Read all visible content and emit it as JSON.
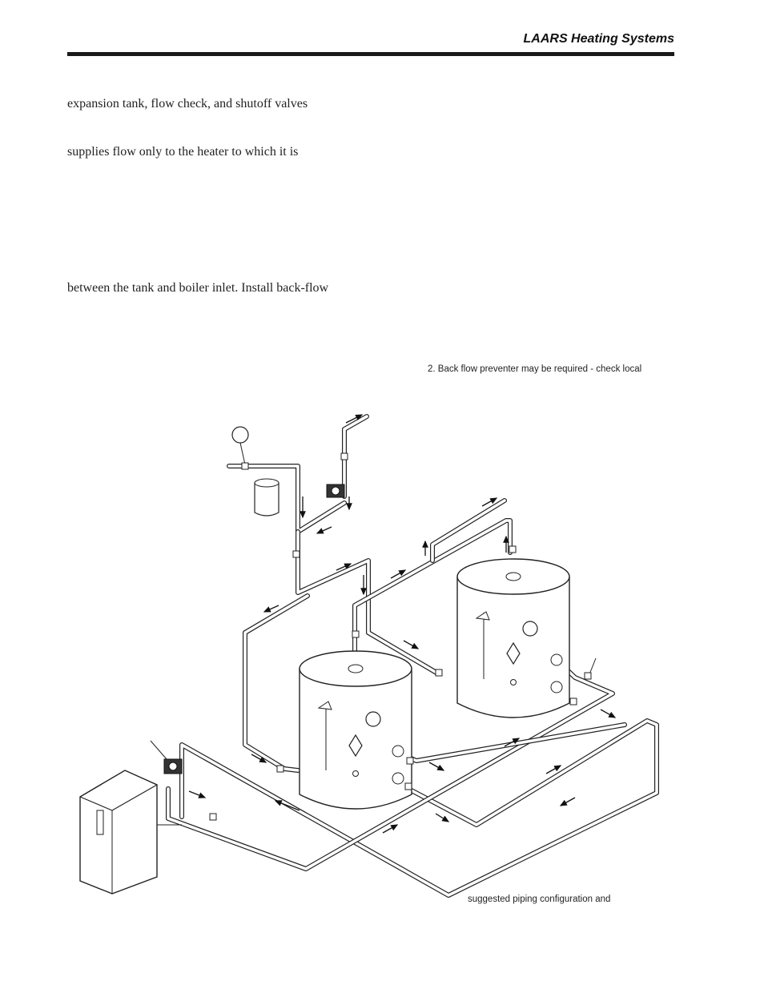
{
  "header": {
    "brand": "LAARS Heating Systems"
  },
  "body_text": {
    "line_1": "expansion tank, flow check, and shutoff valves",
    "line_2": "supplies flow only to the heater to which it is",
    "line_3": "between the tank and boiler inlet.  Install back-flow"
  },
  "notes": {
    "note_2": "2.   Back flow preventer may be required - check local",
    "caption_fragment": "suggested piping configuration and"
  },
  "diagram": {
    "line_color": "#222222",
    "pipe_fill": "#ffffff"
  }
}
